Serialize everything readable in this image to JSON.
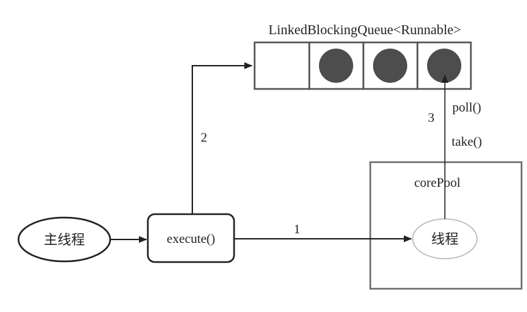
{
  "queue": {
    "title": "LinkedBlockingQueue<Runnable>",
    "slots": [
      {
        "filled": false
      },
      {
        "filled": true
      },
      {
        "filled": true
      },
      {
        "filled": true
      }
    ]
  },
  "nodes": {
    "main_thread": "主线程",
    "execute": "execute()",
    "core_pool": "corePool",
    "worker_thread": "线程"
  },
  "edges": {
    "step1": "1",
    "step2": "2",
    "step3": "3",
    "poll": "poll()",
    "take": "take()"
  },
  "colors": {
    "stroke": "#222222",
    "box_gray": "#6e6e6e",
    "ball": "#4d4d4d",
    "worker_ellipse": "#b5b5b5"
  }
}
